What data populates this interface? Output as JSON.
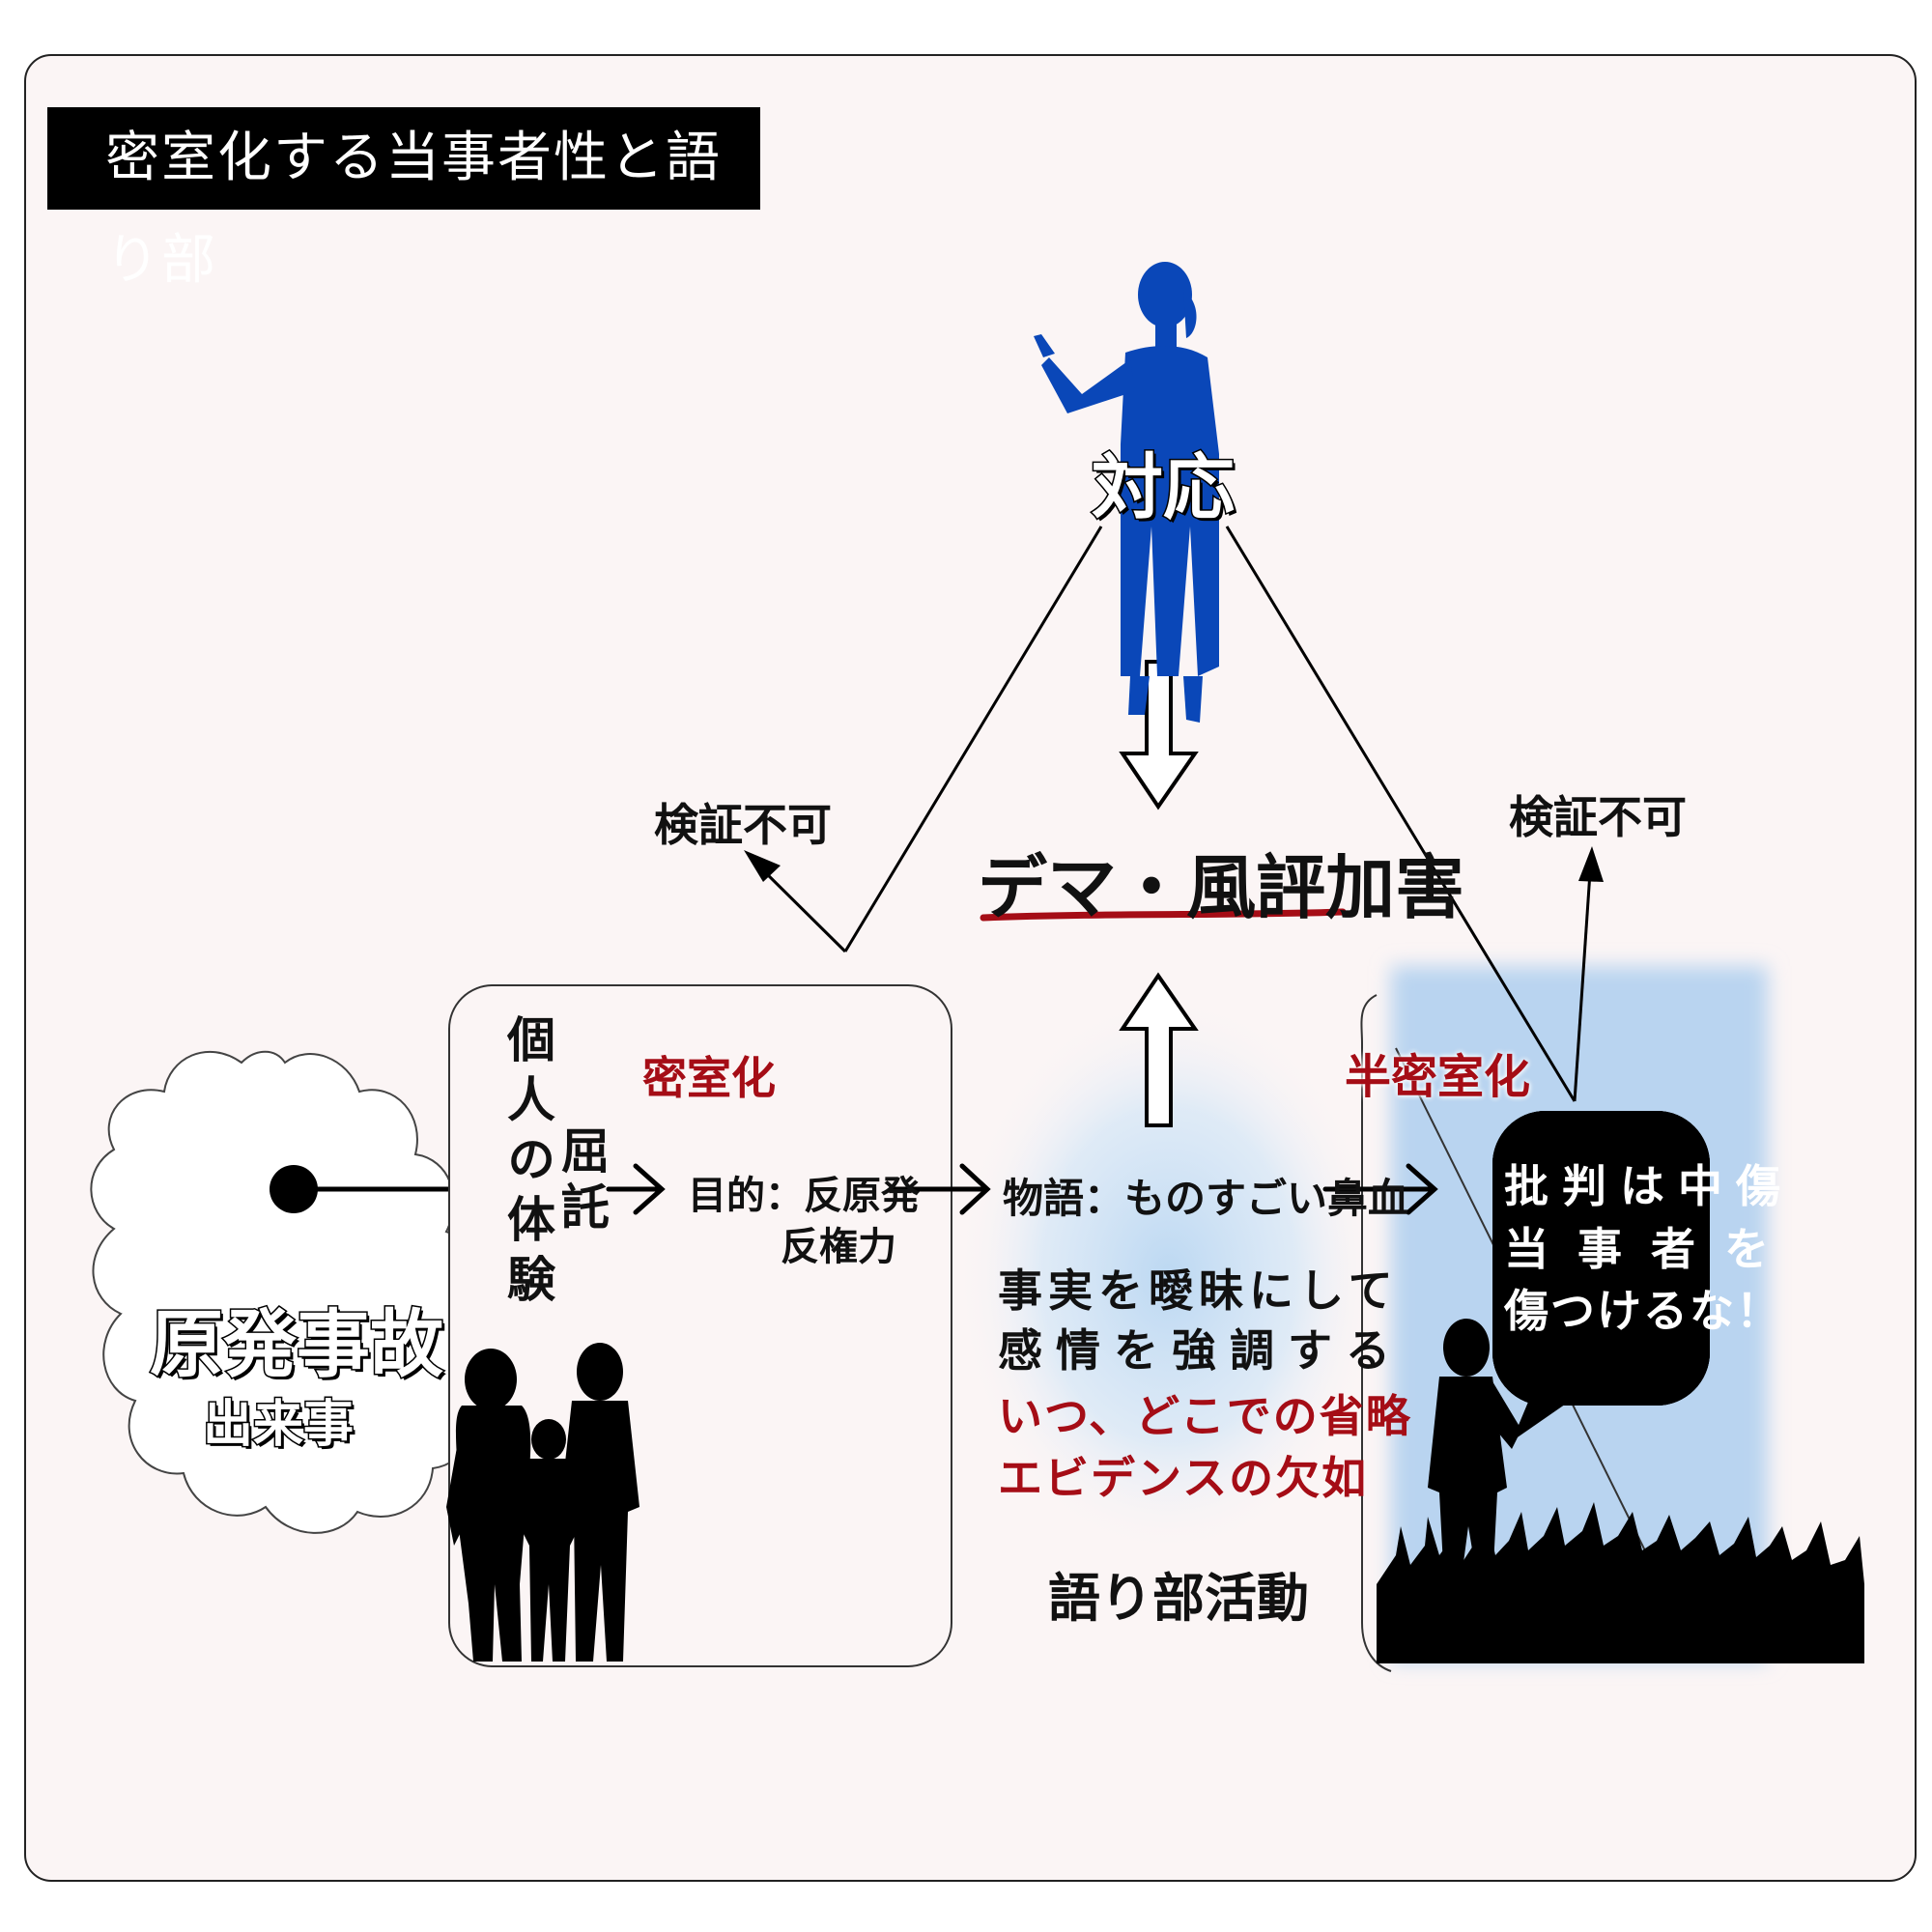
{
  "title": "密室化する当事者性と語り部",
  "top": {
    "response_label": "対応",
    "harm_label": "デマ・風評加害",
    "unverifiable_left": "検証不可",
    "unverifiable_right": "検証不可"
  },
  "left": {
    "accident_main": "原発事故",
    "accident_sub": "出来事",
    "personal_experience": "個人の体験",
    "entrust": "屈託"
  },
  "middle": {
    "sealed_label": "密室化",
    "purpose_line1": "目的：反原発",
    "purpose_line2": "反権力",
    "story_label": "物語：ものすごい鼻血",
    "desc_line1": "事実を曖昧にして",
    "desc_line2": "感情を強調する",
    "desc_line3": "いつ、どこでの省略",
    "desc_line4": "エビデンスの欠如",
    "activity_label": "語り部活動"
  },
  "right": {
    "semi_sealed_label": "半密室化",
    "speech_line1": "批判は中傷",
    "speech_line2": "当事者を",
    "speech_line3": "傷つけるな！"
  },
  "colors": {
    "accent_red": "#a50d16",
    "figure_blue": "#0a47b8",
    "spotlight_blue": "#b9d4f0",
    "title_bg": "#000000"
  }
}
